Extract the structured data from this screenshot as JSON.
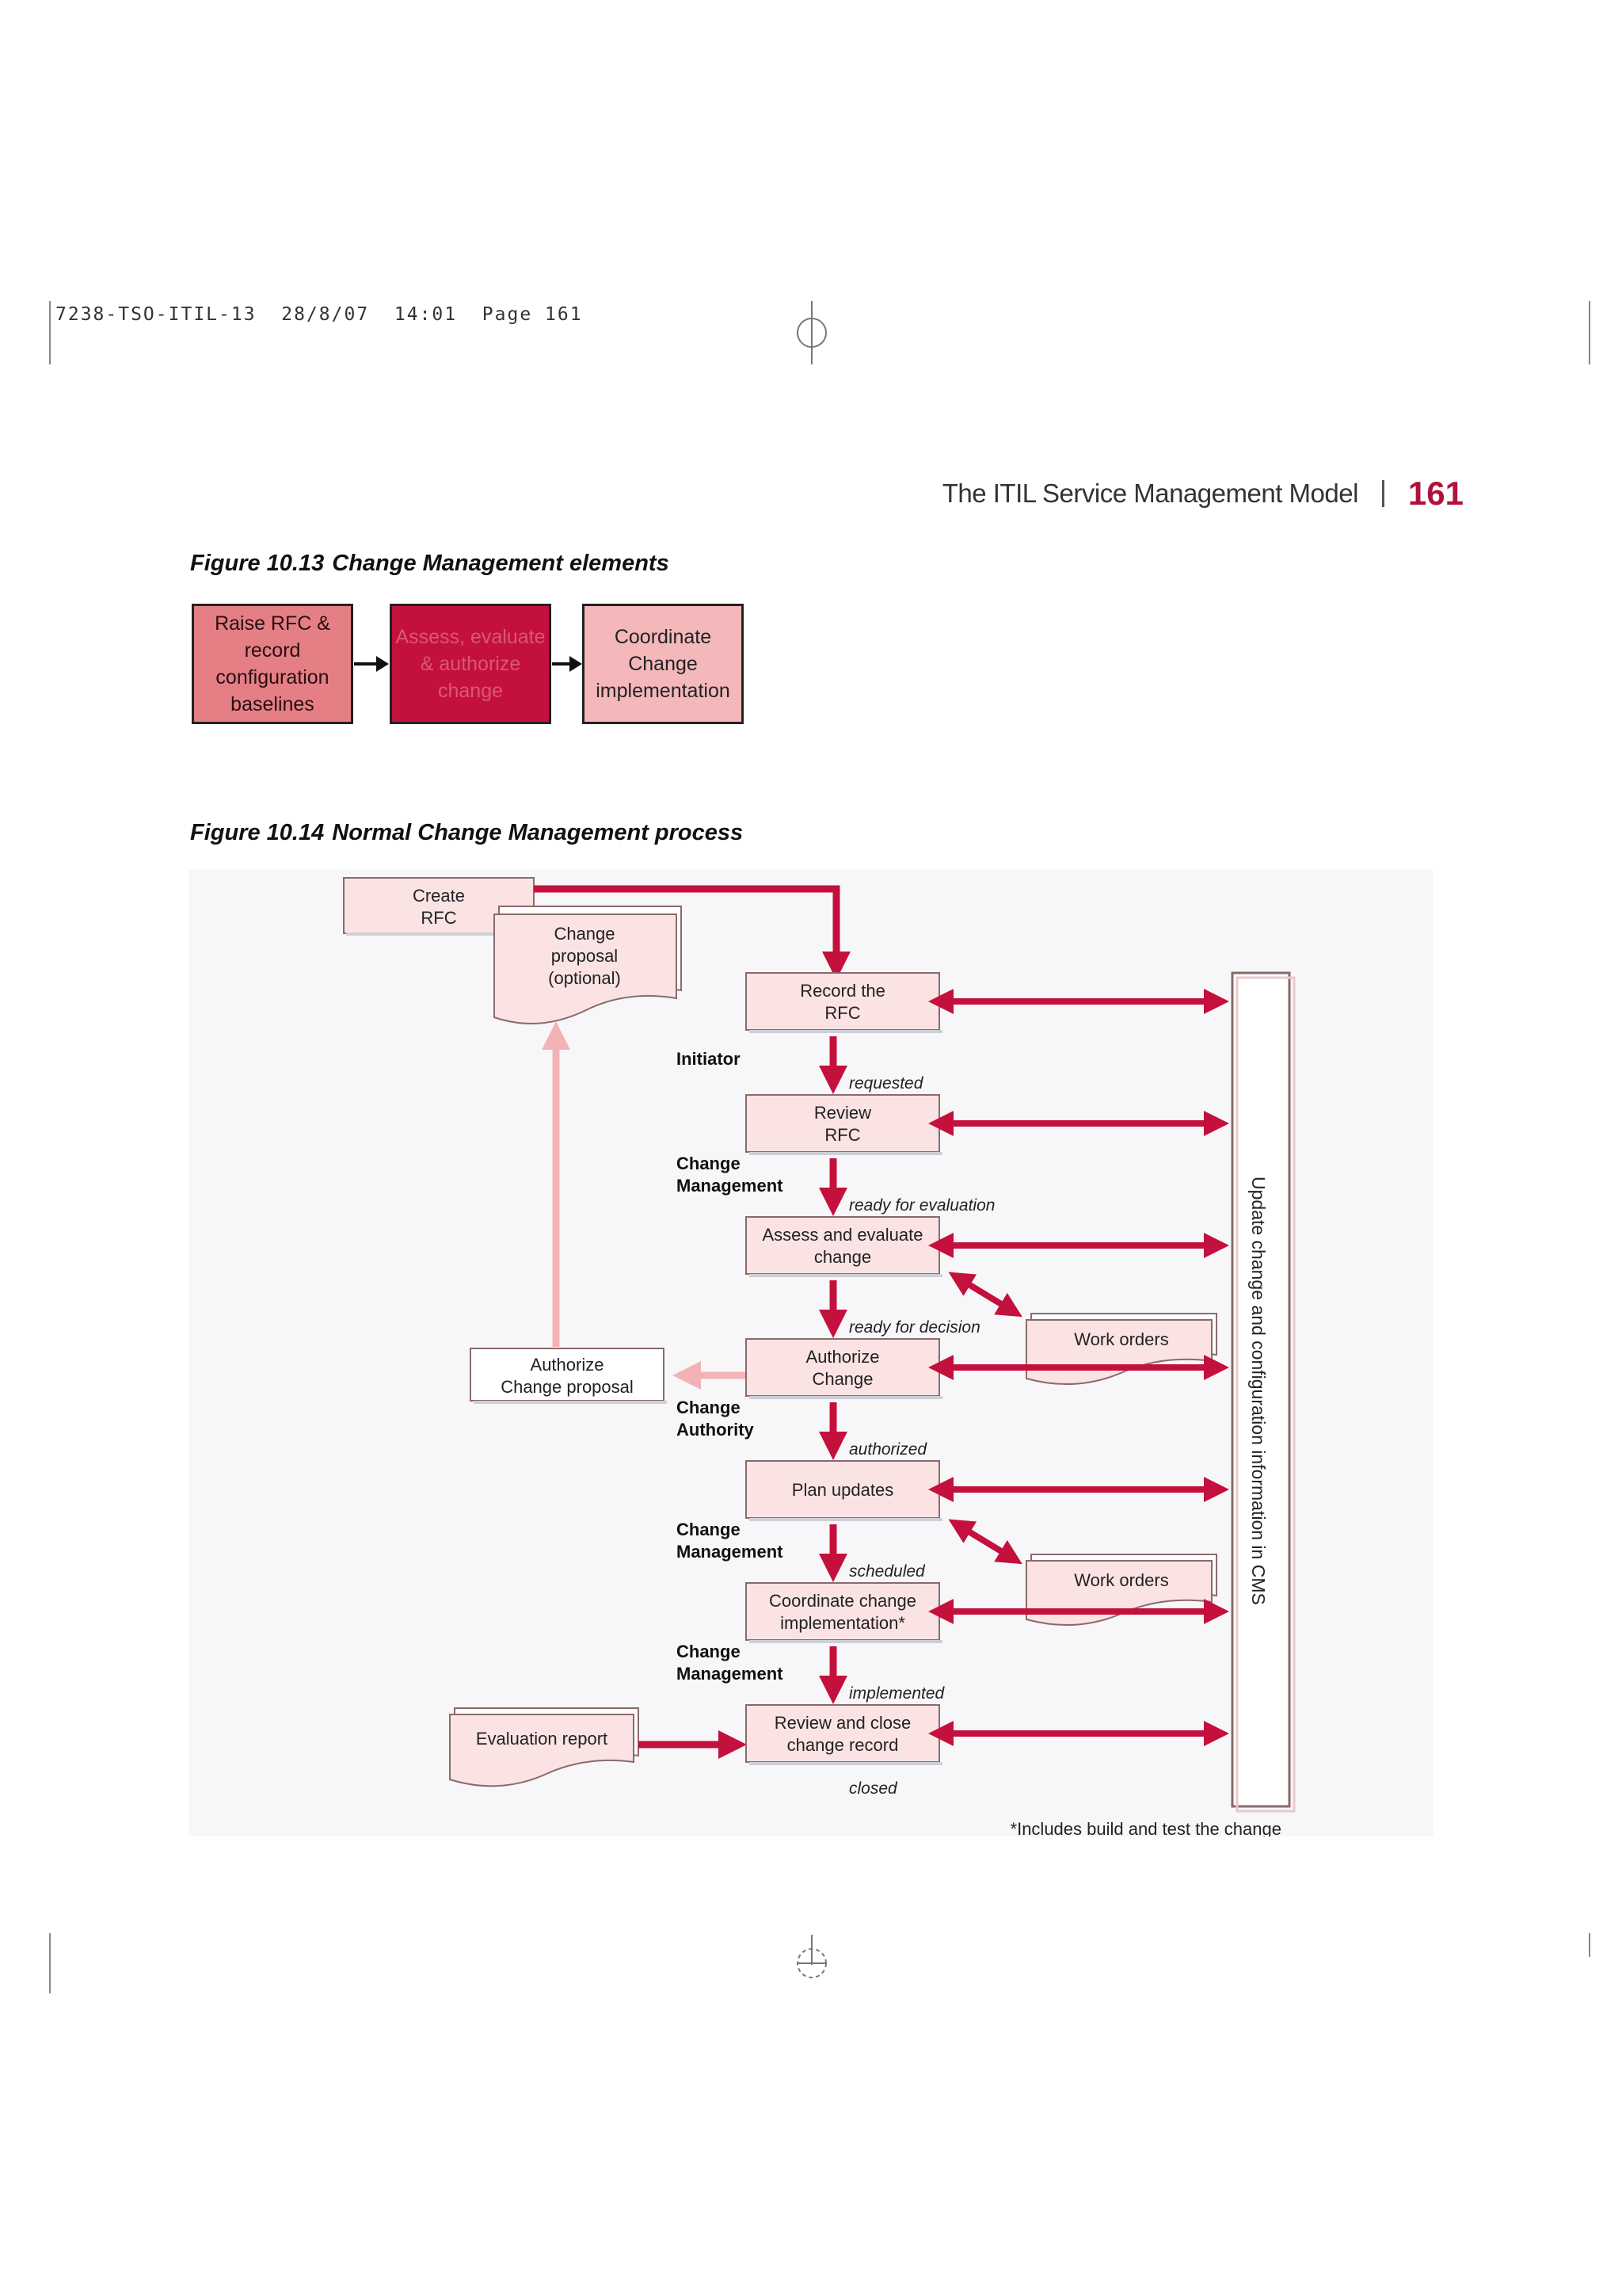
{
  "slug": "7238-TSO-ITIL-13  28/8/07  14:01  Page 161",
  "running_head": {
    "title": "The ITIL Service Management Model",
    "page": "161"
  },
  "fig13": {
    "number": "Figure 10.13",
    "title": "Change Management elements",
    "box1": "Raise RFC &\nrecord\nconfiguration\nbaselines",
    "box2": "Assess, evaluate\n& authorize\nchange",
    "box3": "Coordinate\nChange\nimplementation"
  },
  "fig14": {
    "number": "Figure 10.14",
    "title": "Normal Change Management process",
    "create_rfc": "Create\nRFC",
    "change_proposal": "Change\nproposal\n(optional)",
    "authorize_proposal": "Authorize\nChange proposal",
    "evaluation_report": "Evaluation report",
    "steps": [
      "Record the\nRFC",
      "Review\nRFC",
      "Assess and evaluate\nchange",
      "Authorize\nChange",
      "Plan updates",
      "Coordinate change\nimplementation*",
      "Review and close\nchange record"
    ],
    "statuses": [
      "requested",
      "ready for evaluation",
      "ready for decision",
      "authorized",
      "scheduled",
      "implemented",
      "closed"
    ],
    "roles": [
      "Initiator",
      "Change\nManagement",
      "Change\nAuthority",
      "Change\nManagement",
      "Change\nManagement"
    ],
    "work_orders": [
      "Work orders",
      "Work orders"
    ],
    "cms_label": "Update change and configuration information in CMS",
    "footnote": "*Includes build and test the change"
  },
  "colors": {
    "accent": "#c4103c",
    "box_fill": "#fbe3e4",
    "box_border": "#8a6a6c",
    "pale_arrow": "#f3b3b6"
  }
}
